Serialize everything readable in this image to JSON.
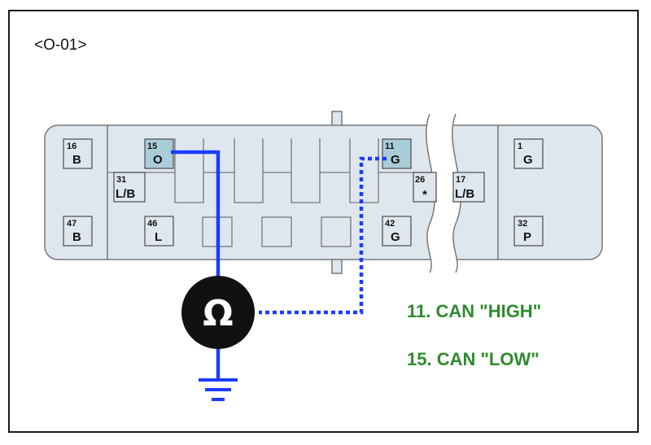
{
  "connector": {
    "id": "<O-01>"
  },
  "pins": [
    {
      "num": "16",
      "color": "B"
    },
    {
      "num": "15",
      "color": "O"
    },
    {
      "num": "11",
      "color": "G"
    },
    {
      "num": "1",
      "color": "G"
    },
    {
      "num": "31",
      "color": "L/B"
    },
    {
      "num": "26",
      "color": "*"
    },
    {
      "num": "17",
      "color": "L/B"
    },
    {
      "num": "47",
      "color": "B"
    },
    {
      "num": "46",
      "color": "L"
    },
    {
      "num": "42",
      "color": "G"
    },
    {
      "num": "32",
      "color": "P"
    }
  ],
  "meter": {
    "symbol": "Ω"
  },
  "legend": {
    "line1": "11. CAN \"HIGH\"",
    "line2": "15. CAN \"LOW\""
  },
  "colors": {
    "connector_fill": "#dfe7ee",
    "highlight_fill": "#a9cdd8",
    "wire": "#1a3cff",
    "legend_text": "#2f8a2f"
  }
}
